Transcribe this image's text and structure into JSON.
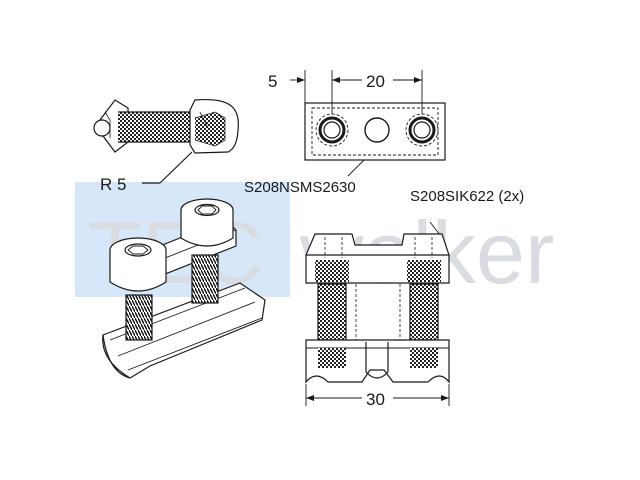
{
  "watermark": {
    "brand": "TECwalker",
    "prefix": "TEC",
    "suffix": "walker",
    "accent": "#5aa0ea",
    "gray": "#d9dde2"
  },
  "dimensions": {
    "edge_offset": "5",
    "hole_spacing": "20",
    "overall_width": "30",
    "radius": "R 5"
  },
  "labels": {
    "block_part": "S208NSMS2630",
    "screw_part": "S208SIK622 (2x)"
  },
  "colors": {
    "line": "#1a1a1a",
    "hidden": "#333333",
    "shade": "#9a9a9a"
  }
}
